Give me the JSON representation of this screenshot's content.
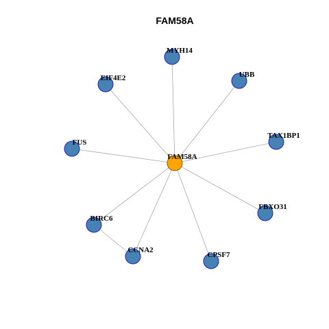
{
  "title": "FAM58A",
  "colors": {
    "hub_fill": "#FFA500",
    "hub_stroke": "#8a5a00",
    "node_fill": "#4682B4",
    "node_stroke": "#1f1fbf",
    "edge": "#a8a8a8"
  },
  "nodes": [
    {
      "id": "FAM58A",
      "label": "FAM58A",
      "role": "hub"
    },
    {
      "id": "MYH14",
      "label": "MYH14",
      "role": "neighbor"
    },
    {
      "id": "UBB",
      "label": "UBB",
      "role": "neighbor"
    },
    {
      "id": "EIF4E2",
      "label": "EIF4E2",
      "role": "neighbor"
    },
    {
      "id": "TAX1BP1",
      "label": "TAX1BP1",
      "role": "neighbor"
    },
    {
      "id": "FUS",
      "label": "FUS",
      "role": "neighbor"
    },
    {
      "id": "FBXO31",
      "label": "FBXO31",
      "role": "neighbor"
    },
    {
      "id": "BIRC6",
      "label": "BIRC6",
      "role": "neighbor"
    },
    {
      "id": "CCNA2",
      "label": "CCNA2",
      "role": "neighbor"
    },
    {
      "id": "CPSF7",
      "label": "CPSF7",
      "role": "neighbor"
    }
  ],
  "edges": [
    {
      "source": "FAM58A",
      "target": "MYH14"
    },
    {
      "source": "FAM58A",
      "target": "UBB"
    },
    {
      "source": "FAM58A",
      "target": "EIF4E2"
    },
    {
      "source": "FAM58A",
      "target": "TAX1BP1"
    },
    {
      "source": "FAM58A",
      "target": "FUS"
    },
    {
      "source": "FAM58A",
      "target": "FBXO31"
    },
    {
      "source": "FAM58A",
      "target": "BIRC6"
    },
    {
      "source": "FAM58A",
      "target": "CCNA2"
    },
    {
      "source": "FAM58A",
      "target": "CPSF7"
    },
    {
      "source": "BIRC6",
      "target": "CCNA2"
    }
  ]
}
